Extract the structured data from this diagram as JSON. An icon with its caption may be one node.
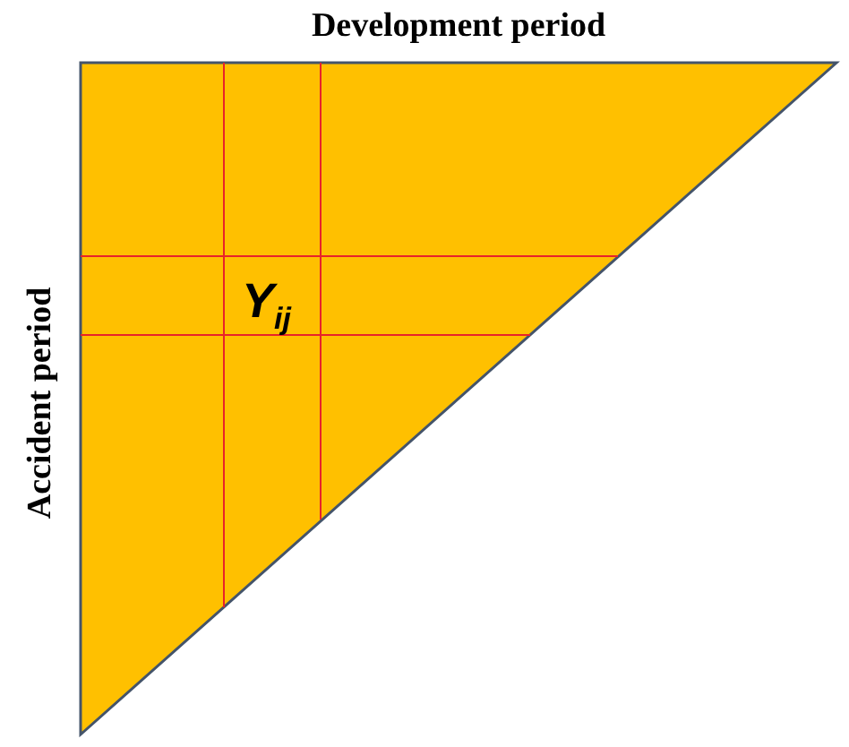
{
  "diagram": {
    "nodes": [
      {
        "text": [
          "Y$_{ij}$"
        ]
      }
    ],
    "labels": [
      "Development period",
      "Accident period"
    ]
  }
}
